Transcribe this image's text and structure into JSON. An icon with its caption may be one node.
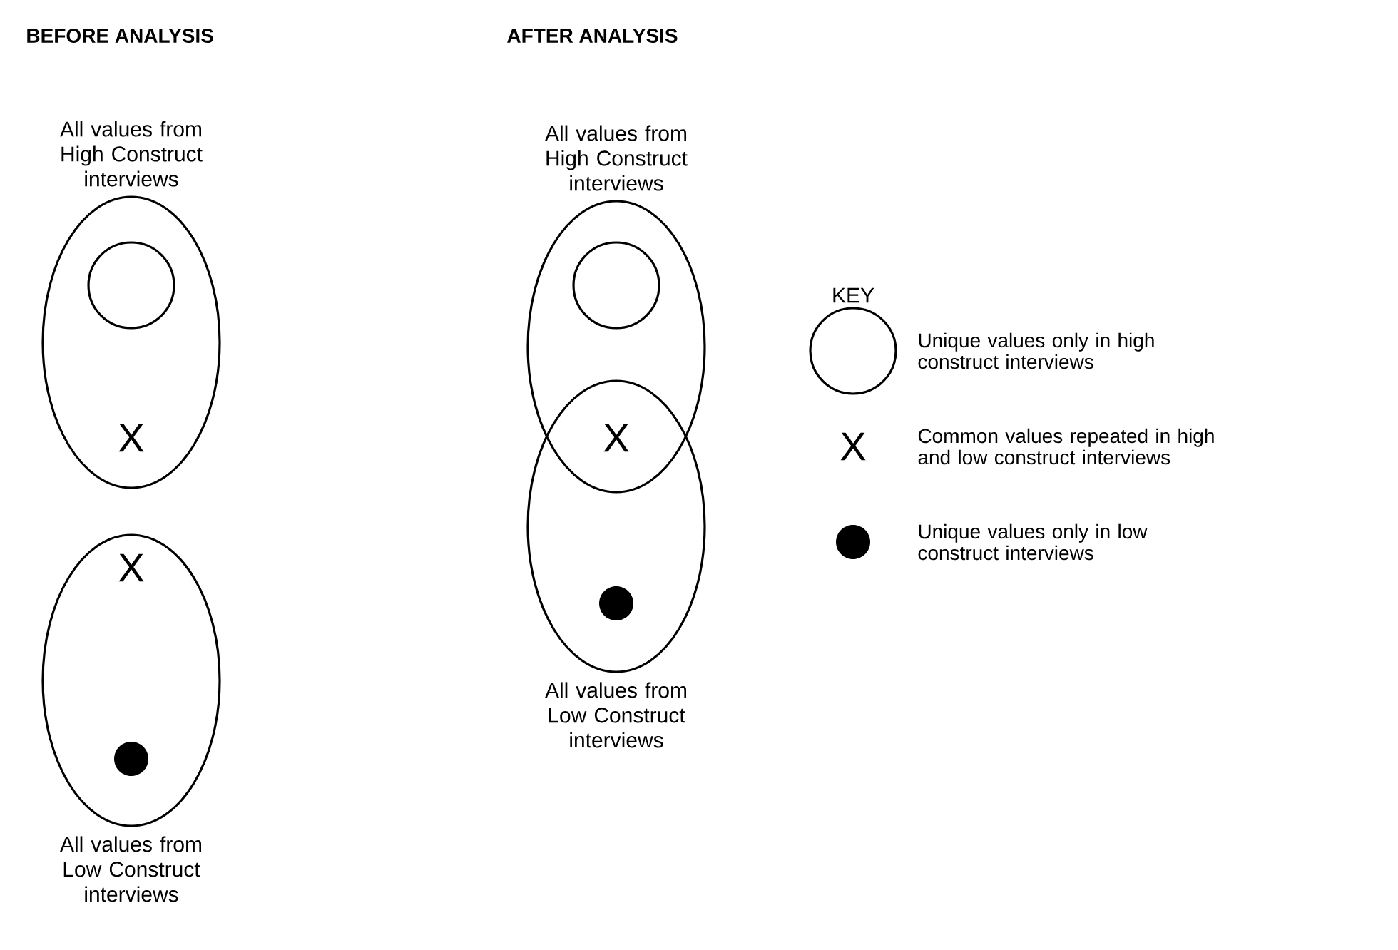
{
  "diagram": {
    "nodes": [
      {
        "text": [
          "All values from High Construct interviews"
        ]
      },
      {
        "text": [],
        "shape": "circle",
        "in": 0
      },
      {
        "text": [
          "All values from Low Construct interviews"
        ]
      },
      {
        "text": [],
        "shape": "dot",
        "in": 2
      },
      {
        "text": [
          "All values from High Construct interviews"
        ]
      },
      {
        "text": [],
        "shape": "circle",
        "in": 4
      },
      {
        "text": [
          "All values from Low Construct interviews"
        ]
      },
      {
        "text": [],
        "shape": "dot",
        "in": 6
      }
    ],
    "labels": [
      "BEFORE ANALYSIS",
      "AFTER ANALYSIS",
      "KEY",
      "X",
      "X",
      "X",
      "X"
    ],
    "legend": [
      {
        "text": "Unique values only in high construct interviews"
      },
      {
        "text": "Common values repeated in high and low construct interviews"
      },
      {
        "text": "Unique values only in low construct interviews"
      }
    ]
  }
}
